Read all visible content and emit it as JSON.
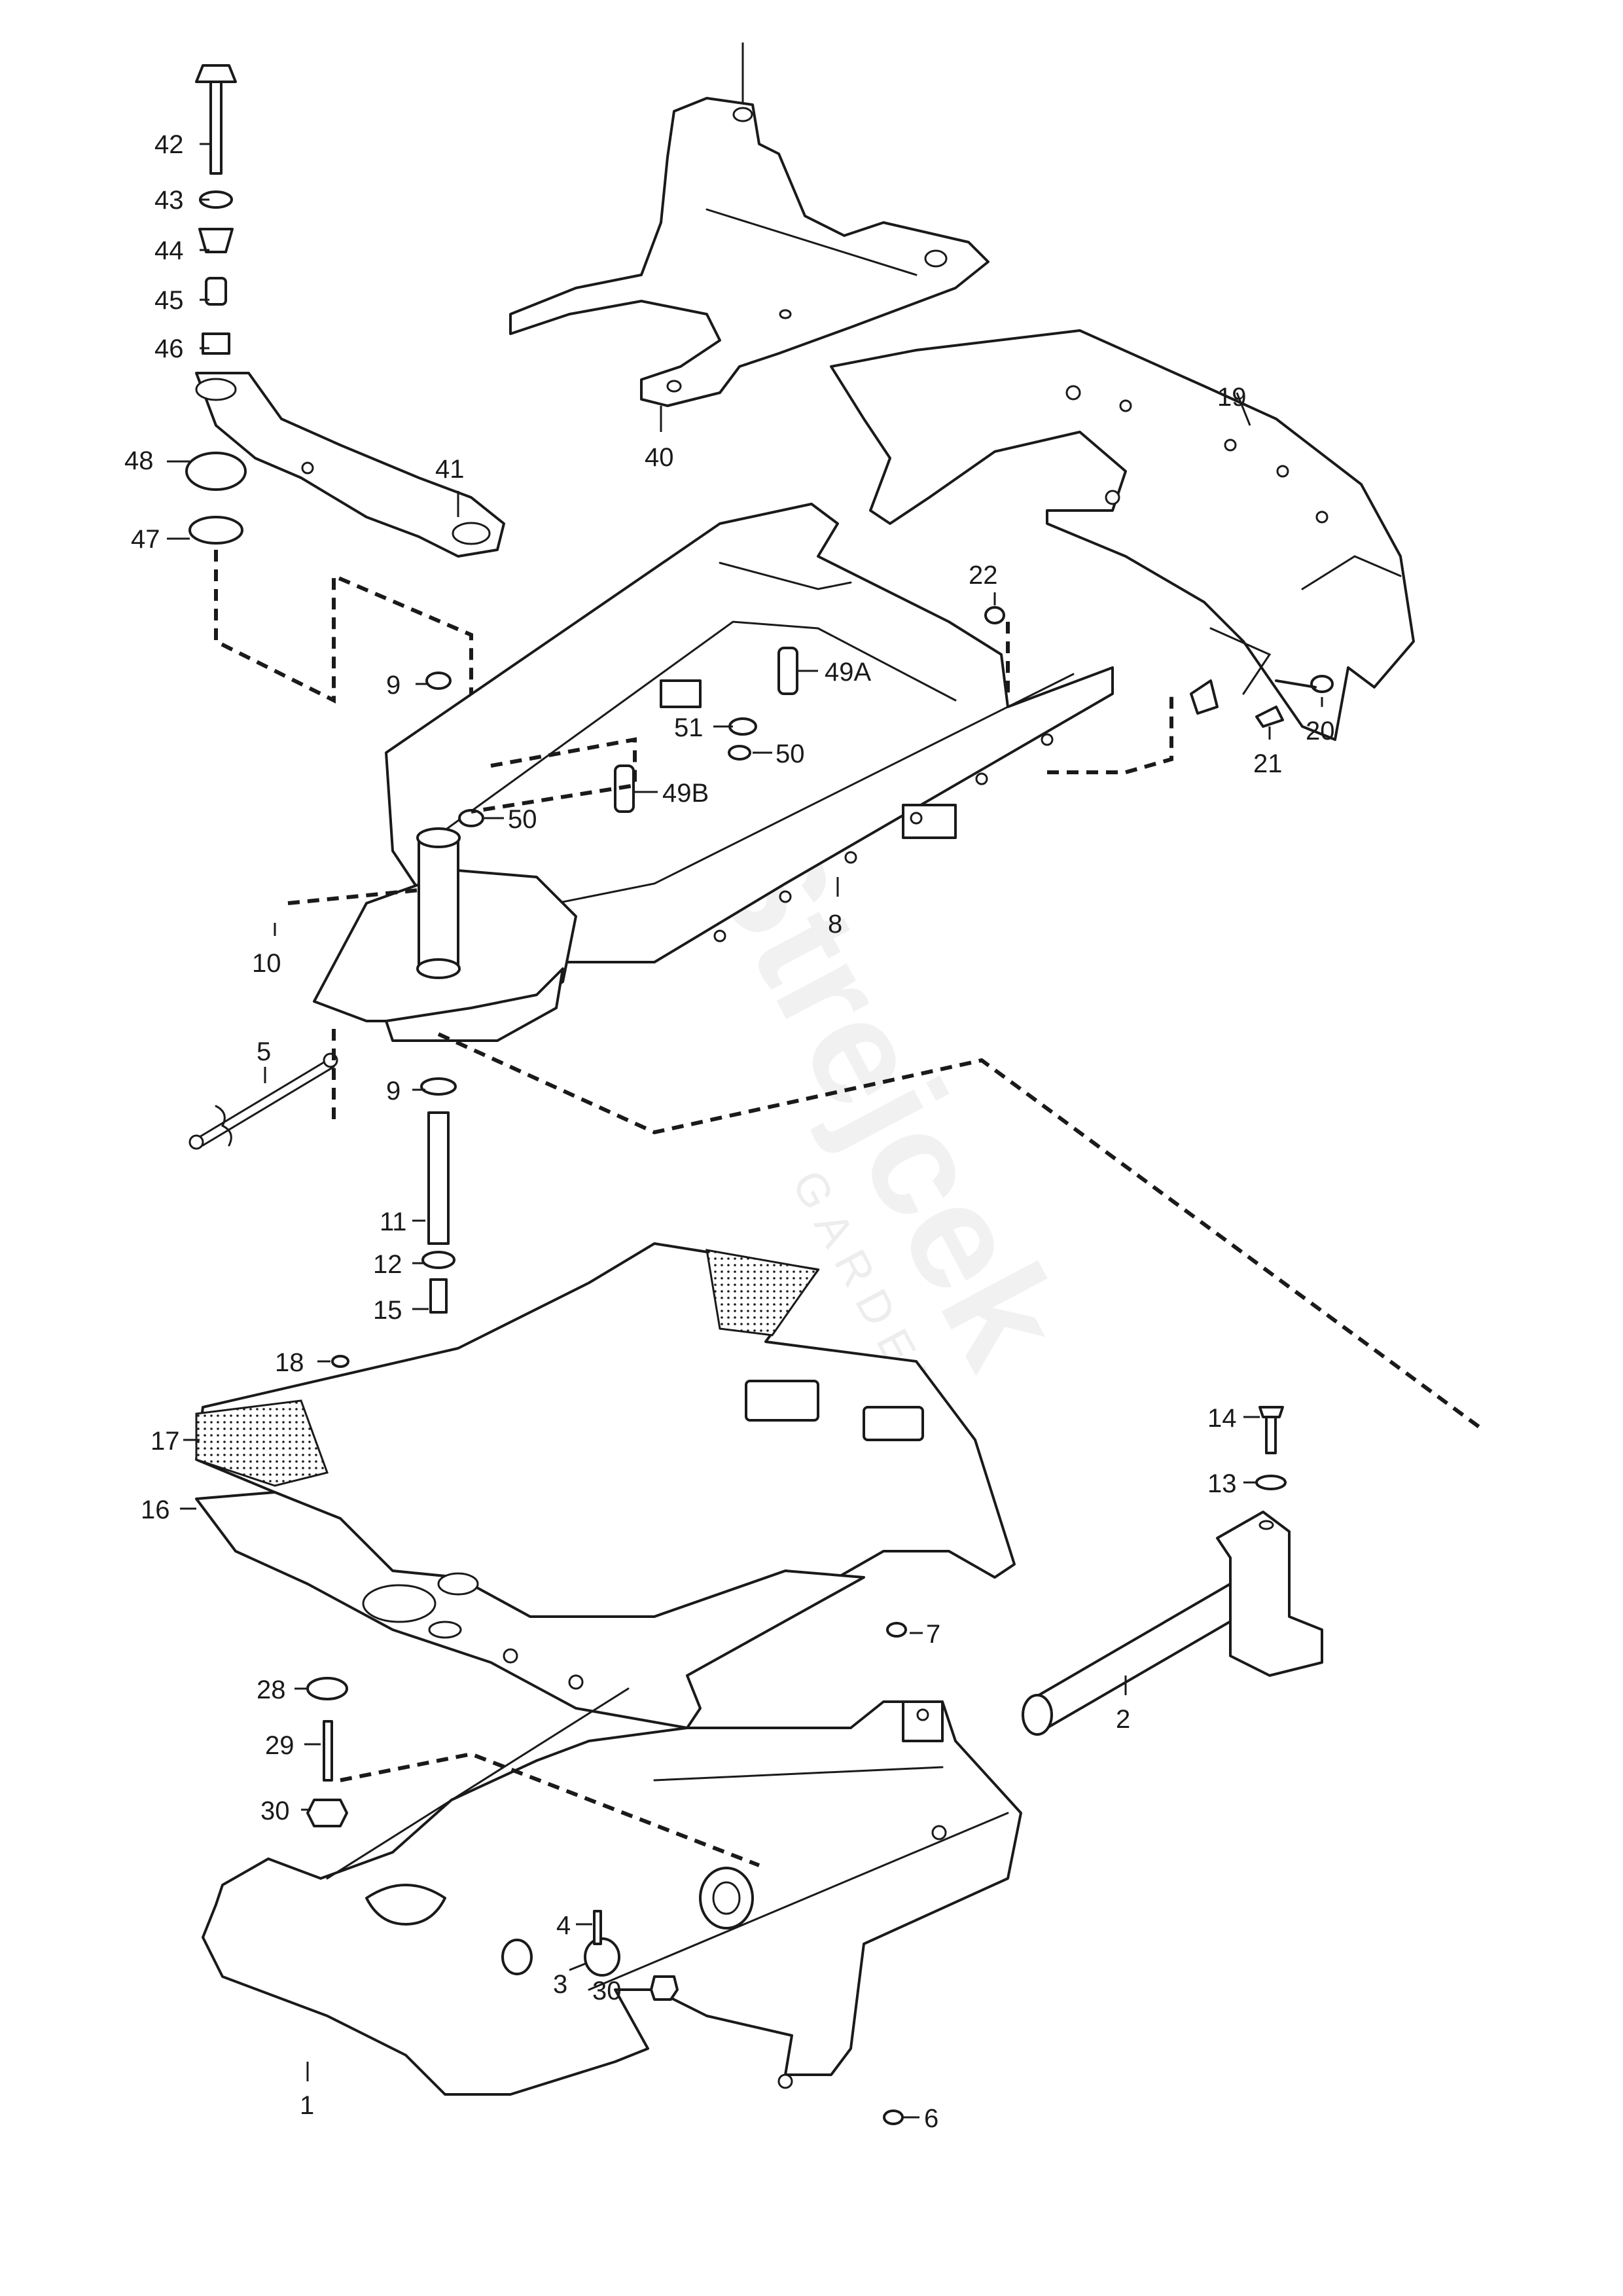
{
  "watermark": {
    "brand": "Strejcek",
    "sub": "GARDEN"
  },
  "callouts": {
    "c1": "1",
    "c2": "2",
    "c3": "3",
    "c4": "4",
    "c5": "5",
    "c6": "6",
    "c7": "7",
    "c8": "8",
    "c9a": "9",
    "c9b": "9",
    "c10": "10",
    "c11": "11",
    "c12": "12",
    "c13": "13",
    "c14": "14",
    "c15": "15",
    "c16": "16",
    "c17": "17",
    "c18": "18",
    "c19": "19",
    "c20": "20",
    "c21": "21",
    "c22": "22",
    "c28": "28",
    "c29": "29",
    "c30a": "30",
    "c30b": "30",
    "c40": "40",
    "c41": "41",
    "c42": "42",
    "c43": "43",
    "c44": "44",
    "c45": "45",
    "c46": "46",
    "c47": "47",
    "c48": "48",
    "c49a": "49A",
    "c49b": "49B",
    "c50a": "50",
    "c50b": "50",
    "c51": "51"
  }
}
